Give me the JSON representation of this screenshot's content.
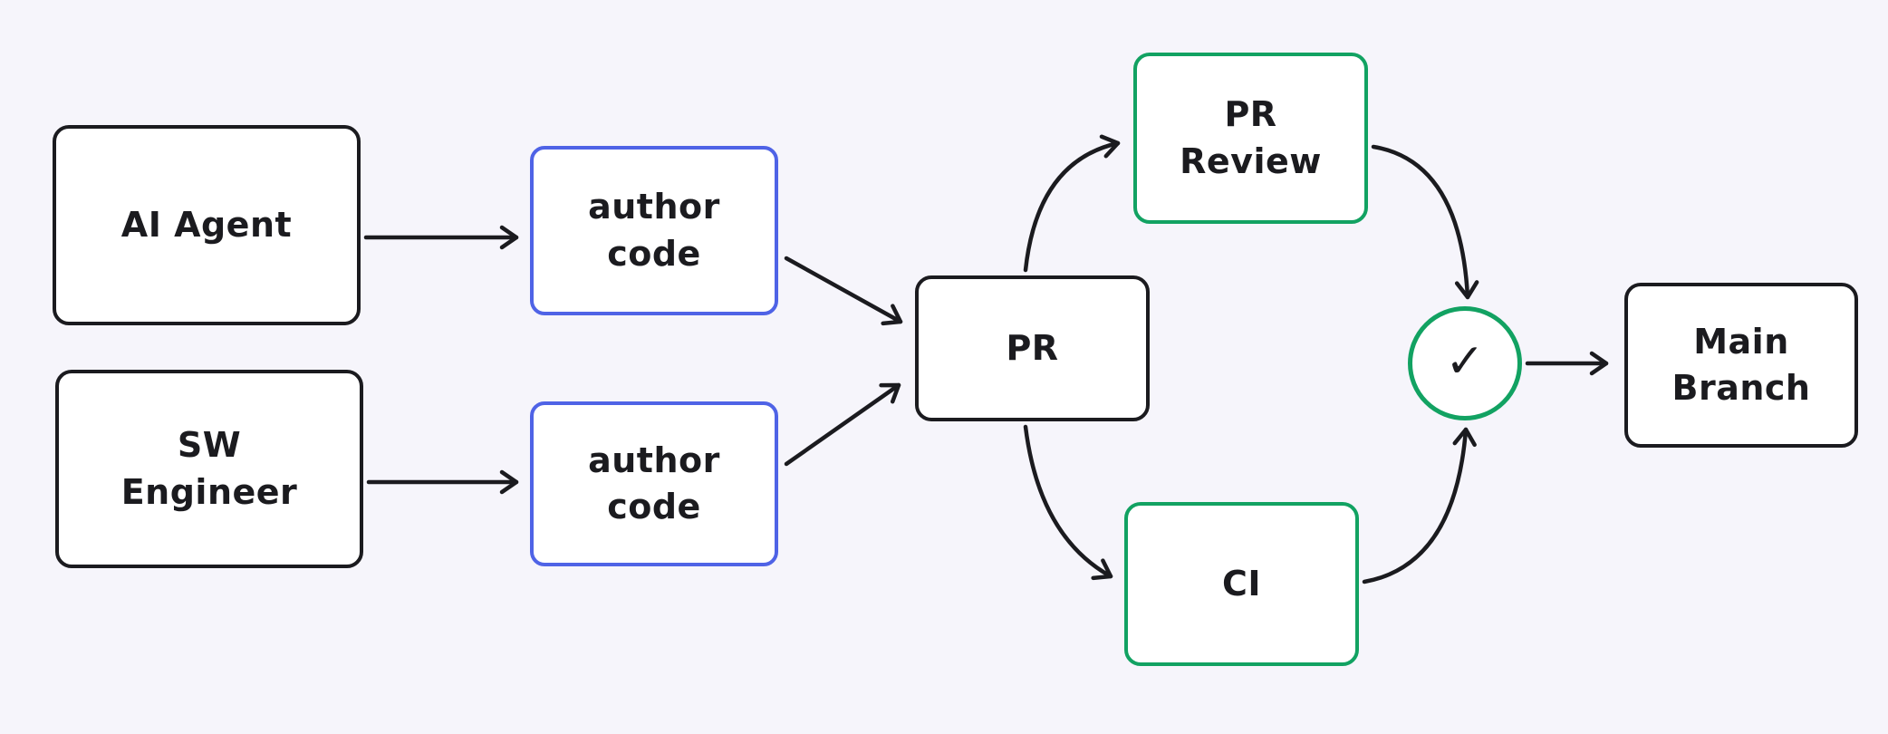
{
  "diagram": {
    "background_color": "#f6f5fb",
    "colors": {
      "default_stroke": "#1b1b1f",
      "accent_blue": "#4f63e6",
      "accent_green": "#12a262",
      "node_fill": "#ffffff"
    },
    "nodes": {
      "ai_agent": {
        "label": "AI Agent",
        "border_color": "#1b1b1f"
      },
      "sw_engineer": {
        "label": "SW\nEngineer",
        "border_color": "#1b1b1f"
      },
      "author_code_top": {
        "label": "author\ncode",
        "border_color": "#4f63e6"
      },
      "author_code_bot": {
        "label": "author\ncode",
        "border_color": "#4f63e6"
      },
      "pr": {
        "label": "PR",
        "border_color": "#1b1b1f"
      },
      "pr_review": {
        "label": "PR\nReview",
        "border_color": "#12a262"
      },
      "ci": {
        "label": "CI",
        "border_color": "#12a262"
      },
      "approval_check": {
        "glyph": "✓",
        "border_color": "#12a262"
      },
      "main_branch": {
        "label": "Main\nBranch",
        "border_color": "#1b1b1f"
      }
    },
    "edges": [
      {
        "from": "ai_agent",
        "to": "author_code_top"
      },
      {
        "from": "sw_engineer",
        "to": "author_code_bot"
      },
      {
        "from": "author_code_top",
        "to": "pr"
      },
      {
        "from": "author_code_bot",
        "to": "pr"
      },
      {
        "from": "pr",
        "to": "pr_review"
      },
      {
        "from": "pr",
        "to": "ci"
      },
      {
        "from": "pr_review",
        "to": "approval_check"
      },
      {
        "from": "ci",
        "to": "approval_check"
      },
      {
        "from": "approval_check",
        "to": "main_branch"
      }
    ]
  }
}
